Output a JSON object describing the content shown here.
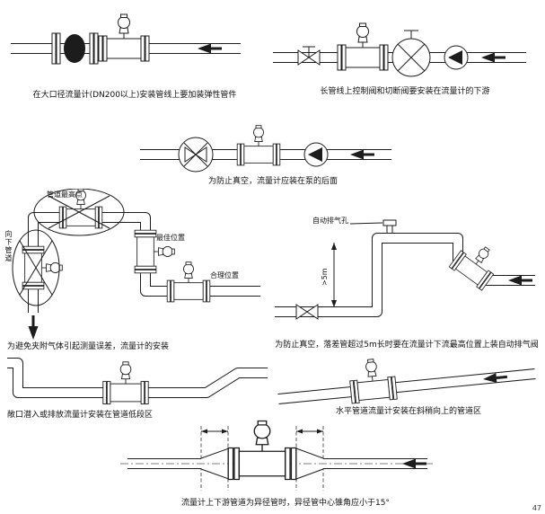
{
  "page": {
    "mark": "47"
  },
  "symbols": {
    "flow_meter": "flanged meter body with round transmitter head",
    "valve": "bowtie valve",
    "shutoff_valve": "circled valve with cross and T-handle",
    "pump": "circle with solid triangle",
    "flow_arrow": "solid left-pointing arrow",
    "prohibited": "ellipse with diagonal cross",
    "elastic_fitting": "solid black barrel on pipe"
  },
  "figures": {
    "f1": {
      "caption": "在大口径流量计(DN200以上)安装管线上要加装弹性管件"
    },
    "f2": {
      "caption": "长管线上控制阀和切断阀要安装在流量计的下游"
    },
    "f3": {
      "caption": "为防止真空，流量计应装在泵的后面"
    },
    "f4": {
      "caption": "为避免夹附气体引起测量误差，流量计的安装",
      "label_highest": "管道最高点",
      "label_down_pipe": "向下管道",
      "label_best": "最佳位置",
      "label_good": "合理位置"
    },
    "f5": {
      "caption": "为防止真空，落差管超过5m长时要在流量计下流最高位置上装自动排气阀",
      "label_vent": "自动排气孔",
      "label_dim": ">5m"
    },
    "f6": {
      "caption": "敞口潜入或排放流量计安装在管道低段区"
    },
    "f7": {
      "caption": "水平管道流量计安装在斜稍向上的管道区"
    },
    "f8": {
      "caption": "流量计上下游管道为异径管时，异径管中心锥角应小于15°"
    }
  }
}
